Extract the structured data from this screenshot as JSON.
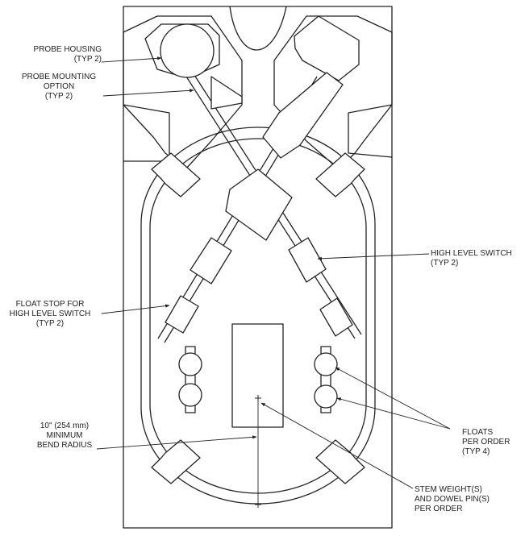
{
  "callouts": {
    "probe_housing": [
      "PROBE HOUSING",
      "(TYP 2)"
    ],
    "probe_mounting": [
      "PROBE MOUNTING",
      "OPTION",
      "(TYP 2)"
    ],
    "float_stop": [
      "FLOAT STOP FOR",
      "HIGH LEVEL SWITCH",
      "(TYP 2)"
    ],
    "bend_radius": [
      "10\" (254 mm)",
      "MINIMUM",
      "BEND RADIUS"
    ],
    "high_level_switch": [
      "HIGH LEVEL SWITCH",
      "(TYP 2)"
    ],
    "floats": [
      "FLOATS",
      "PER ORDER",
      "(TYP 4)"
    ],
    "stem_weight": [
      "STEM WEIGHT(S)",
      "AND DOWEL PIN(S)",
      "PER ORDER"
    ]
  },
  "colors": {
    "line": "#222222",
    "background": "#ffffff"
  }
}
